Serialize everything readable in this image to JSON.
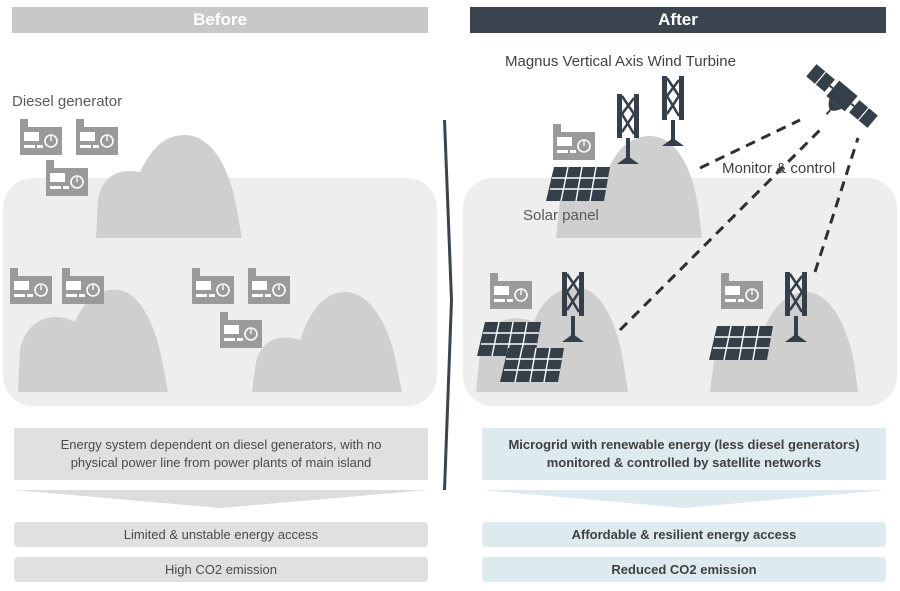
{
  "before": {
    "header": "Before",
    "diesel_label": "Diesel generator",
    "description": [
      "Energy system dependent on diesel generators, with no",
      "physical power line from power plants of main island"
    ],
    "outcomes": [
      "Limited & unstable energy access",
      "High CO2 emission"
    ]
  },
  "after": {
    "header": "After",
    "turbine_label": "Magnus Vertical Axis Wind Turbine",
    "monitor_label": "Monitor & control",
    "solar_label": "Solar panel",
    "description": [
      "Microgrid with renewable energy (less diesel generators)",
      "monitored & controlled by satellite networks"
    ],
    "outcomes": [
      "Affordable & resilient energy access",
      "Reduced CO2 emission"
    ]
  },
  "colors": {
    "before_header": "#c8c8c8",
    "after_header": "#3a4550",
    "land": "#eeeeee",
    "hill": "#cfcfcf",
    "generator": "#9a9a9a",
    "turbine": "#353f4a",
    "after_box": "#deebee",
    "before_box": "#e0e0e0"
  },
  "icons": [
    "diesel-generator-icon",
    "wind-turbine-icon",
    "solar-panel-icon",
    "satellite-icon"
  ]
}
